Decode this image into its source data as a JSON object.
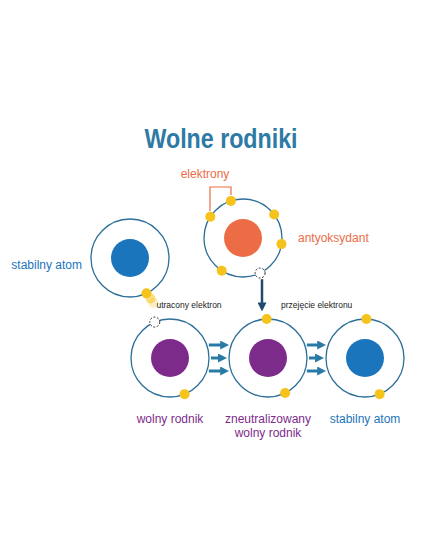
{
  "diagram": {
    "title": "Wolne rodniki",
    "nodes": [
      {
        "text": [
          "stabilny atom"
        ]
      },
      {
        "text": [
          "antyoksydant"
        ]
      },
      {
        "text": [
          "wolny rodnik"
        ]
      },
      {
        "text": [
          "zneutralizowany wolny rodnik"
        ]
      },
      {
        "text": [
          "stabilny atom"
        ]
      }
    ],
    "edges": [
      {
        "from": 1,
        "to": 3,
        "label": "przejęcie elektronu",
        "arrow": "to"
      },
      {
        "from": 2,
        "to": 3,
        "arrow": "to"
      },
      {
        "from": 2,
        "to": 3,
        "arrow": "to"
      },
      {
        "from": 2,
        "to": 3,
        "arrow": "to"
      },
      {
        "from": 3,
        "to": 4,
        "arrow": "to"
      },
      {
        "from": 3,
        "to": 4,
        "arrow": "to"
      },
      {
        "from": 3,
        "to": 4,
        "arrow": "to"
      }
    ],
    "labels": [
      "elektrony",
      "utracony elektron"
    ]
  }
}
